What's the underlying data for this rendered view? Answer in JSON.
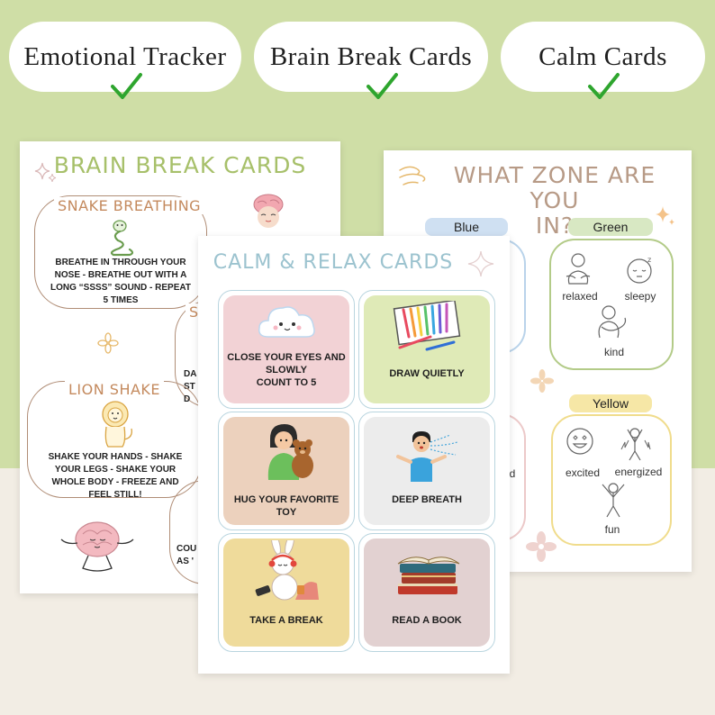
{
  "pills": {
    "emotional_tracker": "Emotional Tracker",
    "brain_break_cards": "Brain Break Cards",
    "calm_cards": "Calm Cards"
  },
  "brain_break": {
    "title": "BRAIN BREAK CARDS",
    "snake": {
      "title": "SNAKE BREATHING",
      "lines": [
        "BREATHE IN THROUGH YOUR",
        "NOSE - BREATHE OUT WITH A",
        "LONG “SSSS” SOUND - REPEAT",
        "5 TIMES"
      ]
    },
    "lion": {
      "title": "LION SHAKE",
      "lines": [
        "SHAKE YOUR HANDS - SHAKE",
        "YOUR LEGS - SHAKE YOUR",
        "WHOLE BODY - FREEZE AND",
        "FEEL STILL!"
      ]
    },
    "partial_right_title": "S",
    "partial_right_lines": [
      "DA",
      "ST",
      "D"
    ],
    "partial_bottom_lines": [
      "COU",
      "AS '"
    ]
  },
  "zones": {
    "title_line1": "WHAT ZONE ARE YOU",
    "title_line2": "IN?",
    "blue": {
      "label": "Blue",
      "partial": "d"
    },
    "green": {
      "label": "Green",
      "emotions": [
        "relaxed",
        "sleepy",
        "kind"
      ]
    },
    "yellow": {
      "label": "Yellow",
      "emotions": [
        "excited",
        "energized",
        "fun"
      ]
    },
    "red_partial": "ted"
  },
  "calm": {
    "title": "CALM  & RELAX CARDS",
    "cards": [
      {
        "lines": [
          "CLOSE YOUR EYES AND",
          "SLOWLY",
          "COUNT TO 5"
        ]
      },
      {
        "lines": [
          "DRAW QUIETLY"
        ]
      },
      {
        "lines": [
          "HUG  YOUR FAVORITE",
          "TOY"
        ]
      },
      {
        "lines": [
          "DEEP BREATH"
        ]
      },
      {
        "lines": [
          "TAKE A BREAK"
        ]
      },
      {
        "lines": [
          "READ A BOOK"
        ]
      }
    ]
  },
  "colors": {
    "background_top": "#cfdea6",
    "background_bottom": "#f2ede4",
    "check": "#2ea52e",
    "tile_pink": "#f2d2d5",
    "tile_green": "#dfeab7",
    "tile_peach": "#ecd1bd",
    "tile_gray": "#ececec",
    "tile_yellow": "#efdb9b",
    "tile_mauve": "#e2d1d1"
  },
  "icons": [
    "check-icon",
    "snake-icon",
    "brain-icon",
    "lion-icon",
    "brain-meditating-icon",
    "cloud-icon",
    "pencils-icon",
    "hugging-child-icon",
    "breathing-boy-icon",
    "bunny-break-icon",
    "books-icon",
    "sparkle-icon",
    "flower-icon",
    "relaxed-face-icon",
    "sleepy-face-icon",
    "kind-hug-icon",
    "excited-face-icon",
    "energized-icon",
    "fun-icon"
  ]
}
